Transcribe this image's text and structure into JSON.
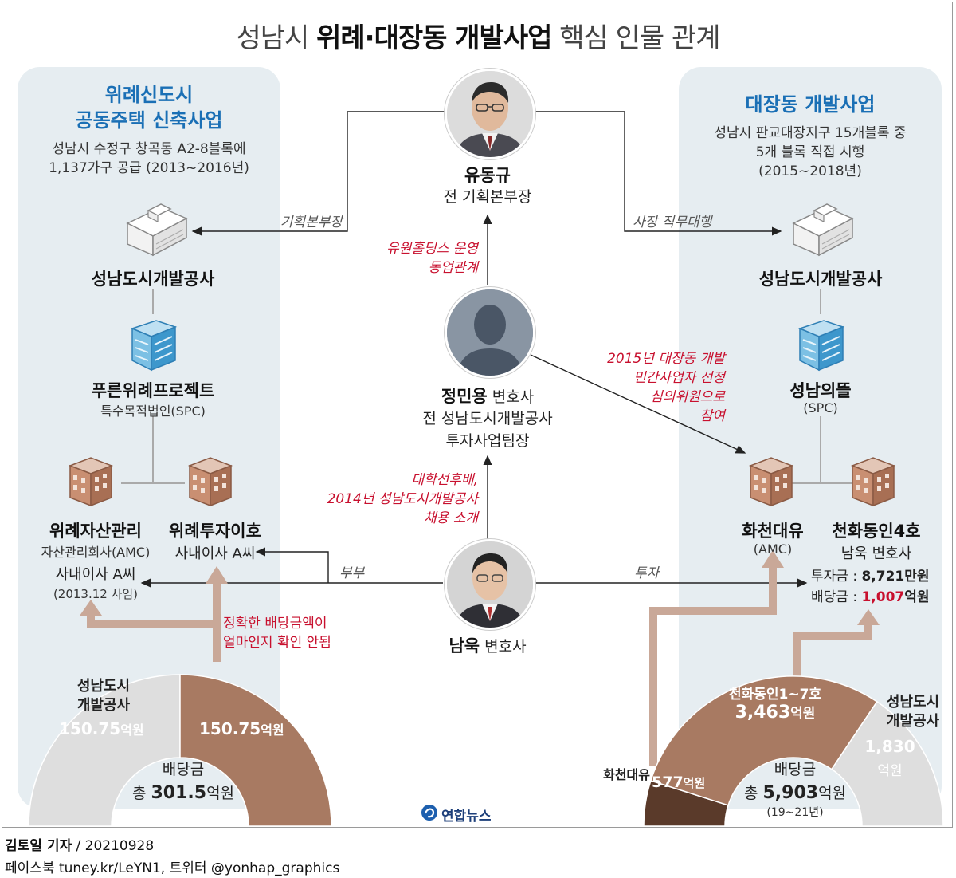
{
  "title": {
    "prefix": "성남시 ",
    "bold": "위례·대장동 개발사업",
    "suffix": " 핵심 인물 관계"
  },
  "left_panel": {
    "heading_1": "위례신도시",
    "heading_2": "공동주택 신축사업",
    "desc_1": "성남시 수정구 창곡동 A2-8블록에",
    "desc_2": "1,137가구 공급 (2013~2016년)",
    "corp": "성남도시개발공사",
    "spc_name": "푸른위례프로젝트",
    "spc_desc": "특수목적법인(SPC)",
    "amc_name": "위례자산관리",
    "amc_desc": "자산관리회사(AMC)",
    "amc_director": "사내이사 A씨",
    "amc_note": "(2013.12 사임)",
    "inv_name": "위례투자이호",
    "inv_director": "사내이사 A씨"
  },
  "right_panel": {
    "heading": "대장동 개발사업",
    "desc_1": "성남시 판교대장지구 15개블록 중",
    "desc_2": "5개 블록 직접 시행",
    "desc_3": "(2015~2018년)",
    "corp": "성남도시개발공사",
    "spc_name": "성남의뜰",
    "spc_desc": "(SPC)",
    "amc_name": "화천대유",
    "amc_desc": "(AMC)",
    "inv_name": "천화동인4호",
    "inv_owner": "남욱 변호사",
    "inv_invest_label": "투자금 : ",
    "inv_invest_value": "8,721만원",
    "inv_div_label": "배당금 : ",
    "inv_div_value": "1,007",
    "inv_div_unit": "억원"
  },
  "people": {
    "yoo_name": "유동규",
    "yoo_role": "전 기획본부장",
    "jung_name": "정민용",
    "jung_suffix": " 변호사",
    "jung_role_1": "전 성남도시개발공사",
    "jung_role_2": "투자사업팀장",
    "nam_name": "남욱",
    "nam_suffix": " 변호사"
  },
  "relations": {
    "left_role": "기획본부장",
    "right_role": "사장 직무대행",
    "yoo_jung_1": "유원홀딩스 운영",
    "yoo_jung_2": "동업관계",
    "jung_daejang_1": "2015년 대장동 개발",
    "jung_daejang_2": "민간사업자 선정",
    "jung_daejang_3": "심의위원으로",
    "jung_daejang_4": "참여",
    "jung_nam_1": "대학선후배,",
    "jung_nam_2": "2014년 성남도시개발공사",
    "jung_nam_3": "채용 소개",
    "couple": "부부",
    "invest": "투자",
    "unknown_1": "정확한 배당금액이",
    "unknown_2": "얼마인지 확인 안됨"
  },
  "chart_data": [
    {
      "type": "pie",
      "title": "배당금",
      "total_label": "총 ",
      "total_value": "301.5",
      "total_unit": "억원",
      "unit": "억원",
      "slices": [
        {
          "name": "성남도시 개발공사",
          "name_1": "성남도시",
          "name_2": "개발공사",
          "value": 150.75,
          "label": "150.75",
          "color": "#dedede"
        },
        {
          "name": "",
          "value": 150.75,
          "label": "150.75",
          "color": "#a87a62"
        }
      ]
    },
    {
      "type": "pie",
      "title": "배당금",
      "total_label": "총 ",
      "total_value": "5,903",
      "total_unit": "억원",
      "note": "(19~21년)",
      "unit": "억원",
      "slices": [
        {
          "name": "화천대유",
          "value": 577,
          "label": "577",
          "color": "#5a3a2a"
        },
        {
          "name": "천화동인1~7호",
          "value": 3463,
          "label": "3,463",
          "color": "#a87a62"
        },
        {
          "name": "성남도시 개발공사",
          "name_1": "성남도시",
          "name_2": "개발공사",
          "value": 1830,
          "label": "1,830",
          "color": "#dedede"
        }
      ]
    }
  ],
  "colors": {
    "panel": "#e6edf1",
    "heading_blue": "#1a6fb5",
    "relation_red": "#c8102e",
    "arrow_brown": "#c9a898",
    "slice_brown": "#a87a62",
    "slice_dark": "#5a3a2a",
    "slice_gray": "#dedede"
  },
  "logo": "연합뉴스",
  "footer": {
    "reporter": "김토일 기자",
    "date": " / 20210928",
    "social": "페이스북 tuney.kr/LeYN1, 트위터 @yonhap_graphics"
  }
}
